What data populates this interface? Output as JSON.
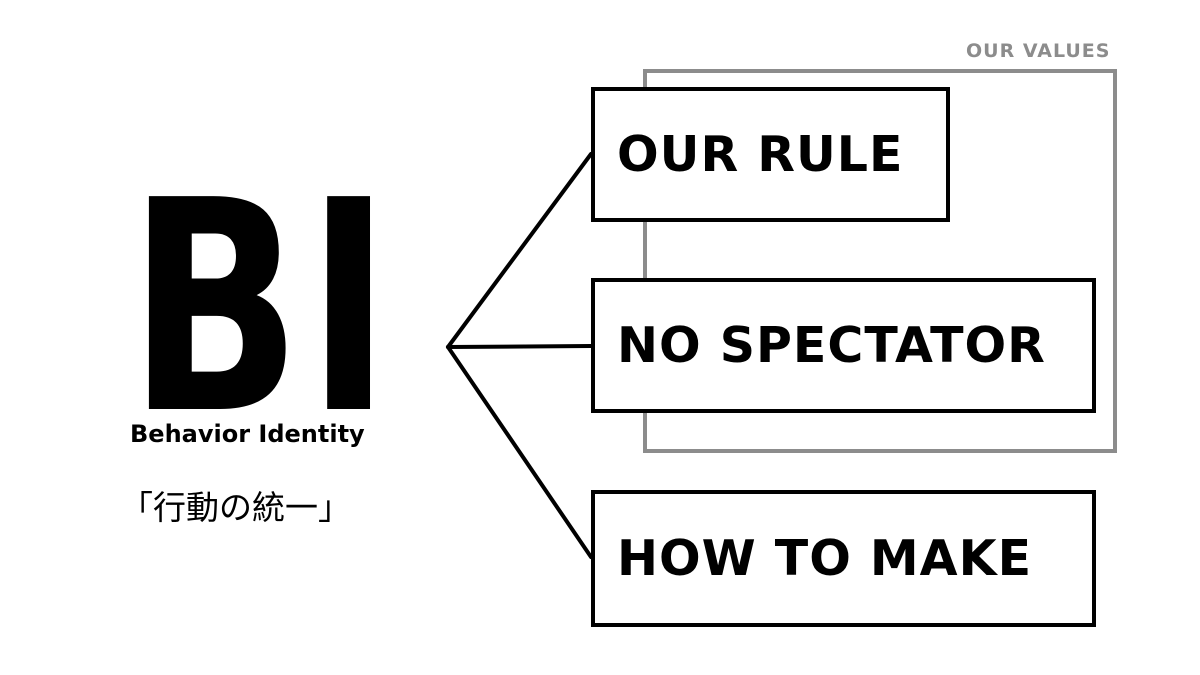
{
  "bi": {
    "title": "BI",
    "subtitle": "Behavior Identity",
    "japanese": "「行動の統一」"
  },
  "values_group": {
    "label": "OUR VALUES",
    "frame_color": "#8c8c8c"
  },
  "branches": [
    {
      "label": "OUR RULE",
      "in_values_group": true
    },
    {
      "label": "NO SPECTATOR",
      "in_values_group": true
    },
    {
      "label": "HOW TO MAKE",
      "in_values_group": false
    }
  ]
}
